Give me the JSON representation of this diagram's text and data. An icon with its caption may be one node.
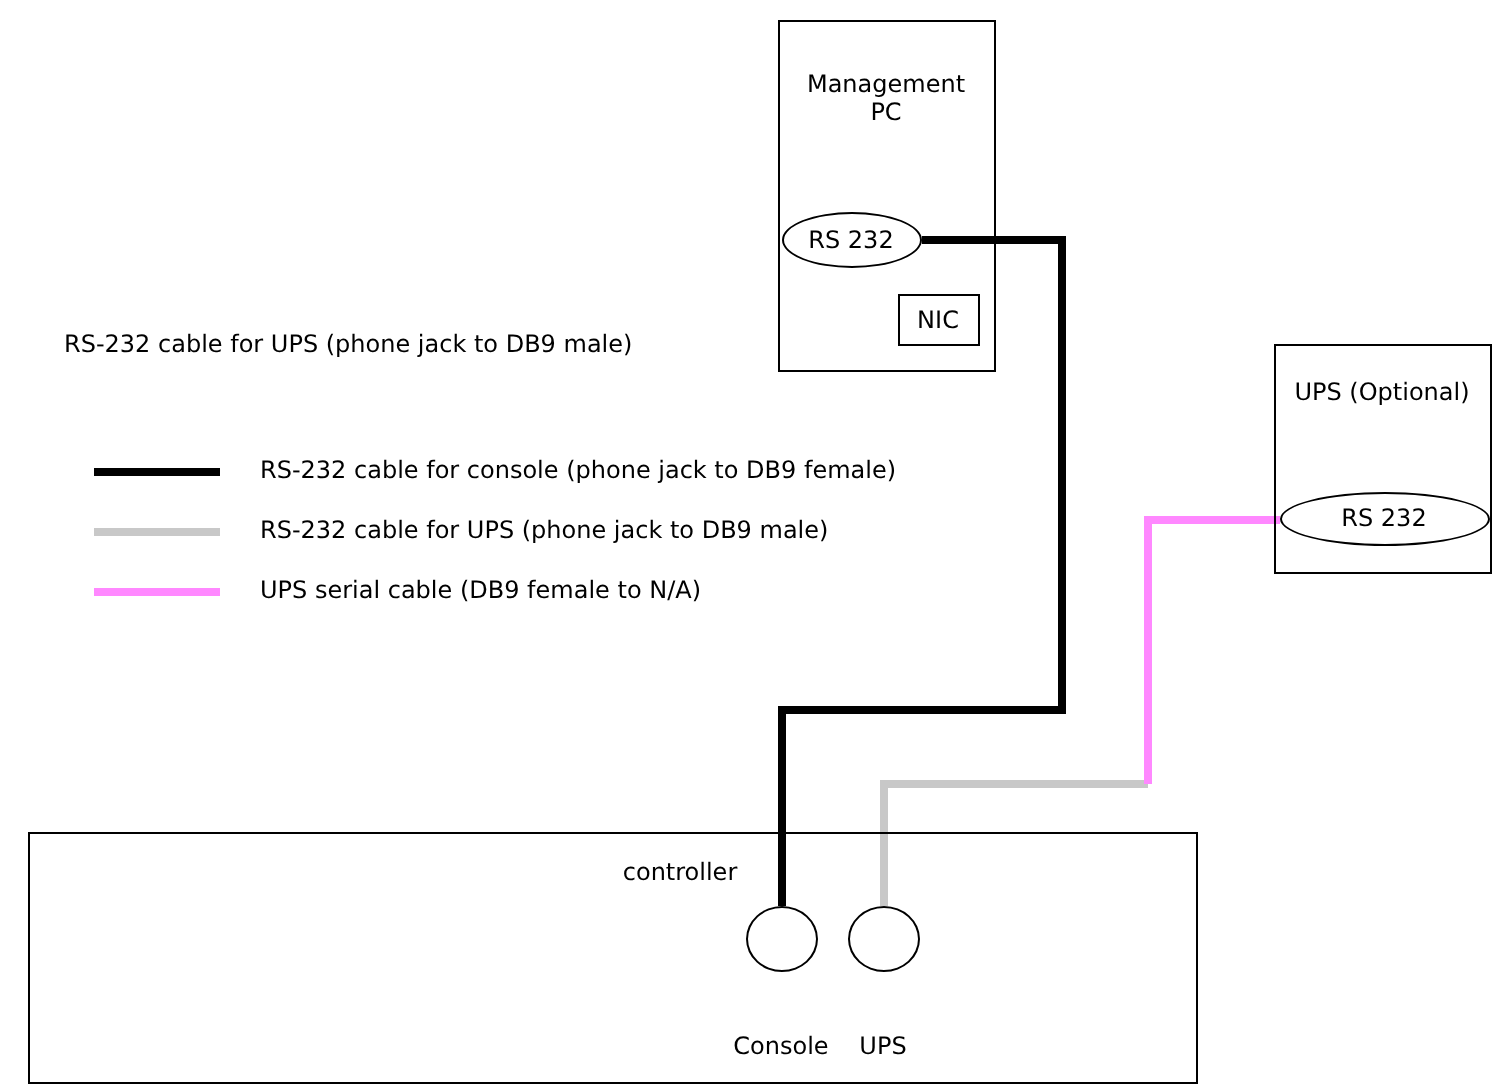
{
  "diagram": {
    "nodes": [
      {
        "text": [
          "Management PC"
        ]
      },
      {
        "text": [
          "RS 232"
        ],
        "in": 0
      },
      {
        "text": [
          "NIC"
        ],
        "in": 0
      },
      {
        "text": [
          "UPS (Optional)"
        ]
      },
      {
        "text": [
          "RS 232"
        ],
        "in": 3
      },
      {
        "text": [
          "controller"
        ]
      },
      {
        "text": [],
        "shape": "circle",
        "in": 5,
        "beside": [
          "Console"
        ]
      },
      {
        "text": [],
        "shape": "circle",
        "in": 5,
        "beside": [
          "UPS"
        ]
      }
    ],
    "edges": [
      {
        "from": 1,
        "to": 6,
        "arrow": "none"
      },
      {
        "from": 7,
        "to": null,
        "arrow": "none",
        "color": "#c8c8c8"
      },
      {
        "from": null,
        "to": 4,
        "arrow": "none",
        "color": "#ff88ff"
      }
    ],
    "labels": [
      "RS-232 cable for UPS (phone jack to DB9 male)"
    ],
    "legend": [
      {
        "text": "RS-232 cable for console (phone jack to DB9 female)"
      },
      {
        "text": "RS-232 cable for UPS (phone jack to DB9 male)"
      },
      {
        "text": "UPS serial cable (DB9 female to N/A)"
      }
    ]
  }
}
